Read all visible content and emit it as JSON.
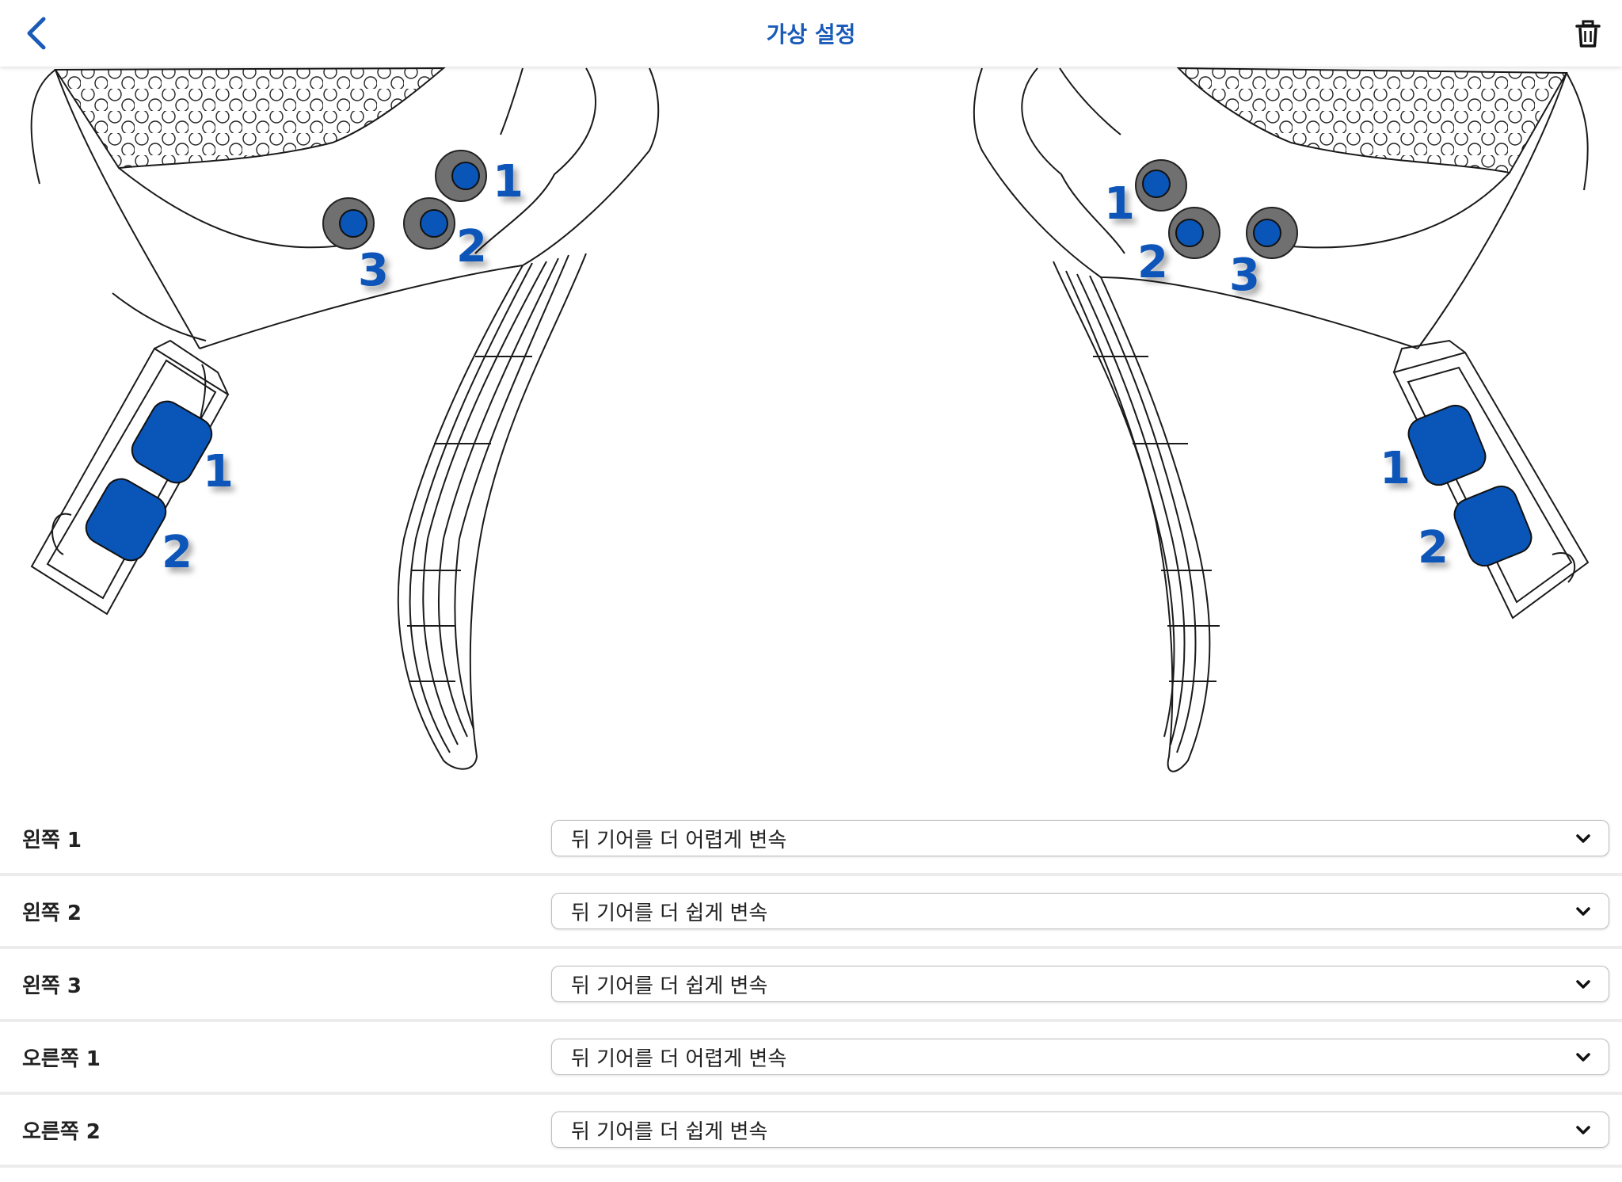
{
  "header": {
    "title": "가상 설정",
    "back_icon": "chevron-left-icon",
    "delete_icon": "trash-icon"
  },
  "colors": {
    "accent": "#1a5bb8",
    "button_blue": "#0a55b8",
    "button_ring": "#707070"
  },
  "illustration": {
    "left_lever": {
      "top_buttons": [
        "1",
        "2",
        "3"
      ],
      "side_buttons": [
        "1",
        "2"
      ]
    },
    "right_lever": {
      "top_buttons": [
        "1",
        "2",
        "3"
      ],
      "side_buttons": [
        "1",
        "2"
      ]
    }
  },
  "settings": {
    "rows": [
      {
        "label": "왼쪽 1",
        "value": "뒤 기어를 더 어렵게 변속"
      },
      {
        "label": "왼쪽 2",
        "value": "뒤 기어를 더 쉽게 변속"
      },
      {
        "label": "왼쪽 3",
        "value": "뒤 기어를 더 쉽게 변속"
      },
      {
        "label": "오른쪽 1",
        "value": "뒤 기어를 더 어렵게 변속"
      },
      {
        "label": "오른쪽 2",
        "value": "뒤 기어를 더 쉽게 변속"
      }
    ]
  }
}
